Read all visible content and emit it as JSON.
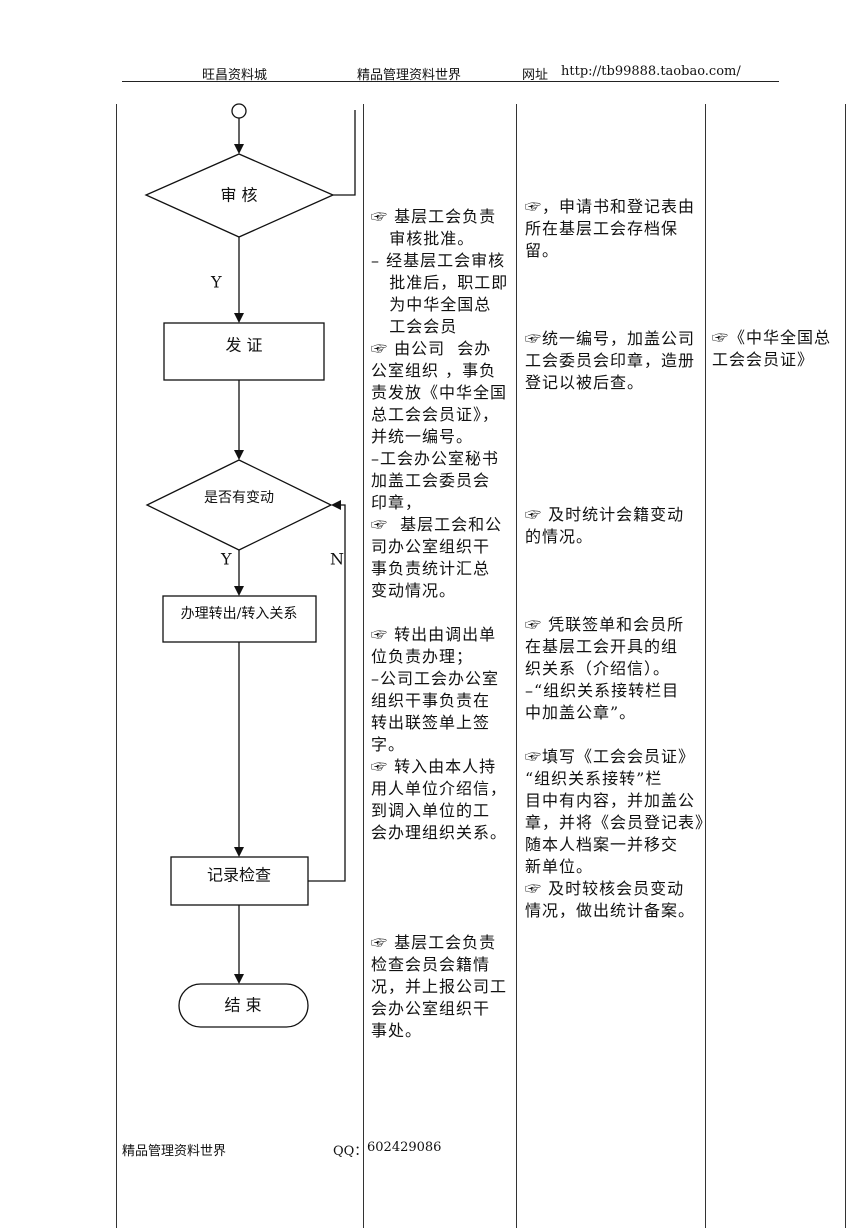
{
  "header": {
    "left": "旺昌资料城",
    "middle": "精品管理资料世界",
    "url_label": "网址",
    "url": "http://tb99888.taobao.com/"
  },
  "flowchart": {
    "review": "审 核",
    "yes_1": "Y",
    "issue": "发  证",
    "change_question": "是否有变动",
    "yes_2": "Y",
    "no": "N",
    "transfer": "办理转出/转入关系",
    "record_check": "记录检查",
    "end": "结 束"
  },
  "col_responsibility": [
    "☞ 基层工会负责",
    "   审核批准。",
    "– 经基层工会审核",
    "   批准后，职工即",
    "   为中华全国总",
    "   工会会员",
    "☞ 由公司  会办",
    "公室组织 ，事负",
    "责发放《中华全国",
    "总工会会员证》，",
    "并统一编号。",
    "–工会办公室秘书",
    "加盖工会委员会",
    "印章，",
    "☞  基层工会和公",
    "司办公室组织干",
    "事负责统计汇总",
    "变动情况。",
    "",
    "☞ 转出由调出单",
    "位负责办理；",
    "–公司工会办公室",
    "组织干事负责在",
    "转出联签单上签",
    "字。",
    "☞ 转入由本人持",
    "用人单位介绍信，",
    "到调入单位的工",
    "会办理组织关系。",
    "",
    "",
    "",
    "",
    "☞ 基层工会负责",
    "检查会员会籍情",
    "况，并上报公司工",
    "会办公室组织干",
    "事处。"
  ],
  "col_requirements": [
    "☞，申请书和登记表由",
    "所在基层工会存档保",
    "留。",
    "",
    "",
    "",
    "☞统一编号，加盖公司",
    "工会委员会印章，造册",
    "登记以被后查。",
    "",
    "",
    "",
    "",
    "",
    "☞ 及时统计会籍变动",
    "的情况。",
    "",
    "",
    "",
    "☞ 凭联签单和会员所",
    "在基层工会开具的组",
    "织关系（介绍信）。",
    "–“组织关系接转栏目",
    "中加盖公章”。",
    "",
    "☞填写《工会会员证》",
    "“组织关系接转”栏",
    "目中有内容，并加盖公",
    "章，并将《会员登记表》",
    "随本人档案一并移交",
    "新单位。",
    "☞ 及时较核会员变动",
    "情况，做出统计备案。"
  ],
  "col_documents": [
    "☞《中华全国总",
    "工会会员证》"
  ],
  "footer": {
    "left": "精品管理资料世界",
    "qq_label": "QQ：",
    "qq": "602429086"
  }
}
